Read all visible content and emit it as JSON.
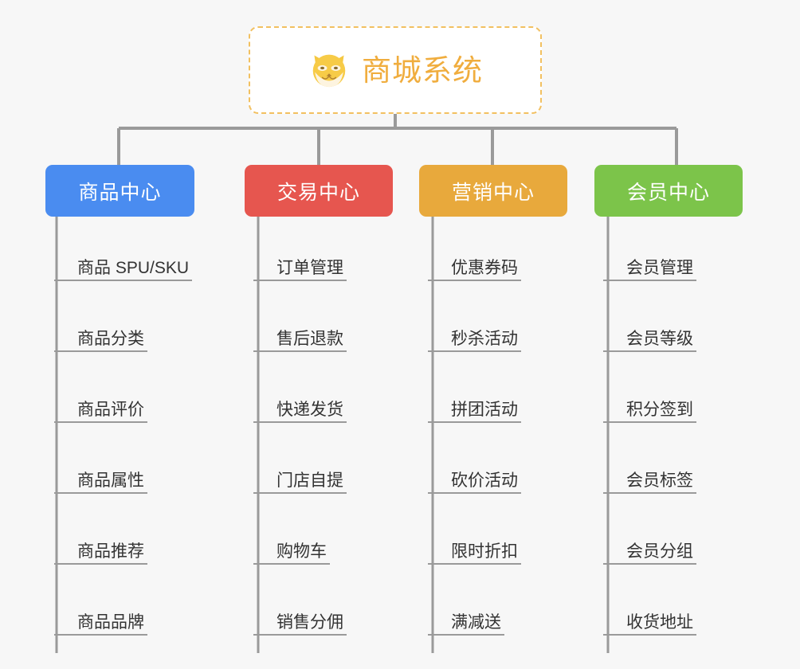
{
  "background_color": "#f7f7f7",
  "root": {
    "title": "商城系统",
    "icon": "shiba-dog-face-icon",
    "text_color": "#f0ad3e",
    "border_color": "#f2c060",
    "background": "#ffffff"
  },
  "connector_color": "#9a9a9a",
  "columns": [
    {
      "title": "商品中心",
      "color": "#4a8cf0",
      "items": [
        "商品 SPU/SKU",
        "商品分类",
        "商品评价",
        "商品属性",
        "商品推荐",
        "商品品牌"
      ]
    },
    {
      "title": "交易中心",
      "color": "#e6564f",
      "items": [
        "订单管理",
        "售后退款",
        "快递发货",
        "门店自提",
        "购物车",
        "销售分佣"
      ]
    },
    {
      "title": "营销中心",
      "color": "#e8a93c",
      "items": [
        "优惠券码",
        "秒杀活动",
        "拼团活动",
        "砍价活动",
        "限时折扣",
        "满减送"
      ]
    },
    {
      "title": "会员中心",
      "color": "#7cc44a",
      "items": [
        "会员管理",
        "会员等级",
        "积分签到",
        "会员标签",
        "会员分组",
        "收货地址"
      ]
    }
  ]
}
